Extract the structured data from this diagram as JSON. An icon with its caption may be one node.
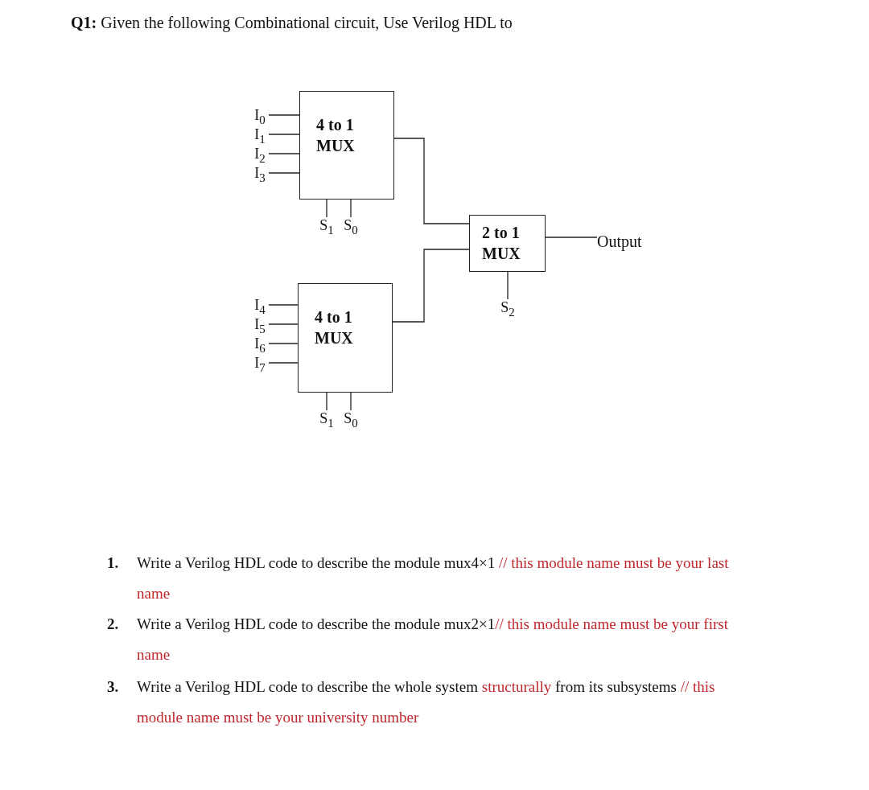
{
  "diagram": {
    "title": "**Q1:** Given the following Combinational circuit, Use Verilog HDL to",
    "nodes": [
      {
        "text": [
          "I$_{0}$"
        ]
      },
      {
        "text": [
          "I$_{1}$"
        ]
      },
      {
        "text": [
          "I$_{2}$"
        ]
      },
      {
        "text": [
          "I$_{3}$"
        ]
      },
      {
        "text": [
          "4 to 1 MUX"
        ]
      },
      {
        "text": [
          "S$_{1}$"
        ]
      },
      {
        "text": [
          "S$_{0}$"
        ]
      },
      {
        "text": [
          "2 to 1 MUX"
        ]
      },
      {
        "text": [
          "Output"
        ]
      },
      {
        "text": [
          "S$_{2}$"
        ]
      },
      {
        "text": [
          "I$_{4}$"
        ]
      },
      {
        "text": [
          "I$_{5}$"
        ]
      },
      {
        "text": [
          "I$_{6}$"
        ]
      },
      {
        "text": [
          "I$_{7}$"
        ]
      },
      {
        "text": [
          "4 to 1 MUX"
        ]
      },
      {
        "text": [
          "S$_{1}$"
        ]
      },
      {
        "text": [
          "S$_{0}$"
        ]
      }
    ],
    "edges": [
      {
        "from": 0,
        "to": 4,
        "arrow": "none"
      },
      {
        "from": 1,
        "to": 4,
        "arrow": "none"
      },
      {
        "from": 2,
        "to": 4,
        "arrow": "none"
      },
      {
        "from": 3,
        "to": 4,
        "arrow": "none"
      },
      {
        "from": 5,
        "to": 4,
        "arrow": "none"
      },
      {
        "from": 6,
        "to": 4,
        "arrow": "none"
      },
      {
        "from": 4,
        "to": 7,
        "arrow": "none"
      },
      {
        "from": 7,
        "to": 8,
        "arrow": "none"
      },
      {
        "from": 9,
        "to": 7,
        "arrow": "none"
      },
      {
        "from": 10,
        "to": 14,
        "arrow": "none"
      },
      {
        "from": 11,
        "to": 14,
        "arrow": "none"
      },
      {
        "from": 12,
        "to": 14,
        "arrow": "none"
      },
      {
        "from": 13,
        "to": 14,
        "arrow": "none"
      },
      {
        "from": 15,
        "to": 14,
        "arrow": "none"
      },
      {
        "from": 16,
        "to": 14,
        "arrow": "none"
      },
      {
        "from": 14,
        "to": 7,
        "arrow": "none"
      }
    ],
    "labels": [
      "1.",
      "Write a Verilog HDL code to describe the module mux4×1",
      "// this module name must be your last name",
      "2.",
      "Write a Verilog HDL code to describe the module mux2×1",
      "// this module name must be your first name",
      "3.",
      "Write a Verilog HDL code to describe the whole system",
      "structurally",
      "from its subsystems",
      "// this module name must be your university number"
    ]
  }
}
